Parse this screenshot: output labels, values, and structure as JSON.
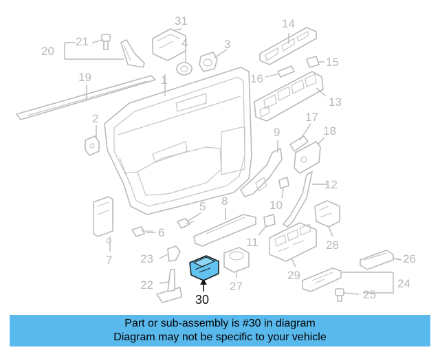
{
  "callouts": {
    "n1": "1",
    "n2": "2",
    "n3": "3",
    "n4": "4",
    "n5": "5",
    "n6": "6",
    "n7": "7",
    "n8": "8",
    "n9": "9",
    "n10": "10",
    "n11": "11",
    "n12": "12",
    "n13": "13",
    "n14": "14",
    "n15": "15",
    "n16": "16",
    "n17": "17",
    "n18": "18",
    "n19": "19",
    "n20": "20",
    "n21": "21",
    "n22": "22",
    "n23": "23",
    "n24": "24",
    "n25": "25",
    "n26": "26",
    "n27": "27",
    "n28": "28",
    "n29": "29",
    "n30": "30",
    "n31": "31"
  },
  "highlighted_part": "30",
  "banner": {
    "line1": "Part or sub-assembly is #30 in diagram",
    "line2": "Diagram may not be specific to your vehicle"
  },
  "colors": {
    "banner_bg": "#5ab9ec",
    "highlight_fill": "#63c3f0",
    "line_gray": "#b9b9b9"
  }
}
